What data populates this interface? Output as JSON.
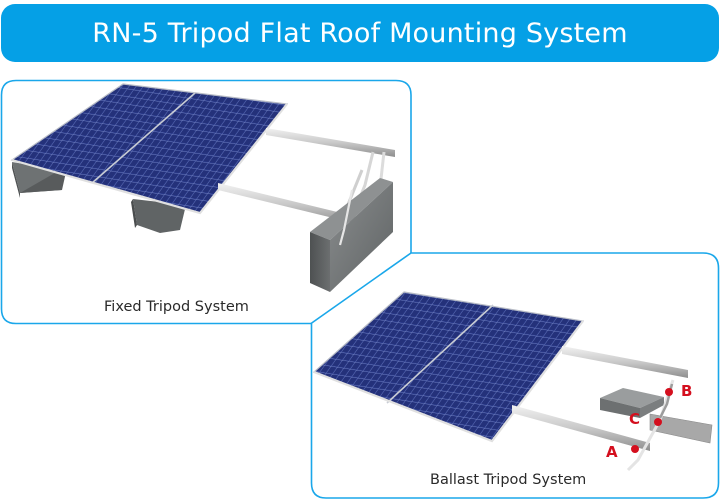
{
  "header": {
    "title": "RN-5 Tripod Flat Roof Mounting System"
  },
  "panels": [
    {
      "id": "fixed",
      "caption": "Fixed Tripod System"
    },
    {
      "id": "ballast",
      "caption": "Ballast Tripod System",
      "markers": [
        {
          "label": "A"
        },
        {
          "label": "B"
        },
        {
          "label": "C"
        }
      ]
    }
  ],
  "colors": {
    "accent": "#05a0e6",
    "border": "#1aa7ea",
    "marker": "#d40f1e",
    "panel": "#23347e"
  }
}
